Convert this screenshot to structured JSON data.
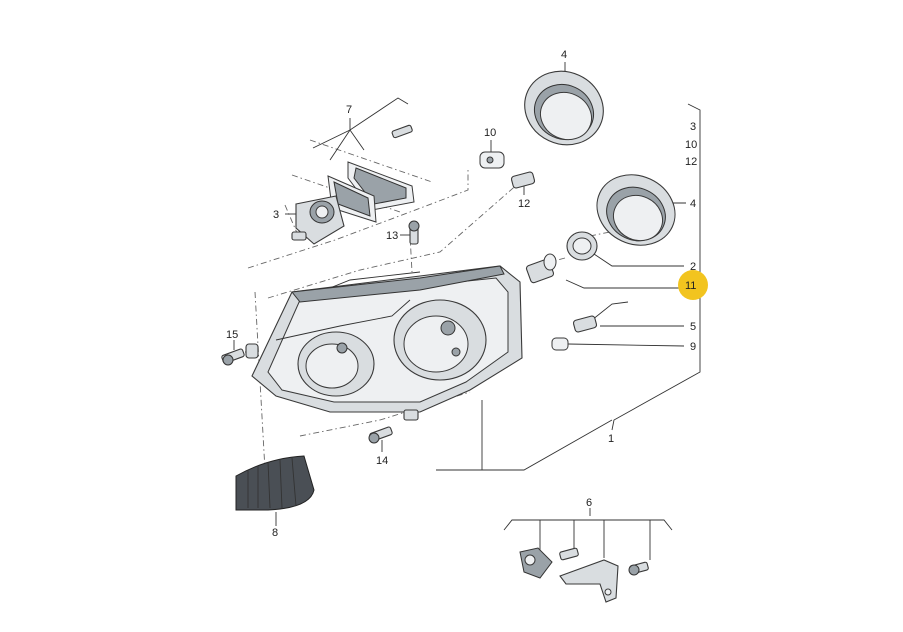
{
  "diagram": {
    "labels": {
      "l1": "1",
      "l2": "2",
      "l3": "3",
      "l4a": "4",
      "l4b": "4",
      "l5": "5",
      "l6": "6",
      "l7": "7",
      "l8": "8",
      "l9": "9",
      "l10": "10",
      "l11": "11",
      "l12": "12",
      "l13": "13",
      "l14": "14",
      "l15": "15"
    },
    "bracket_list": [
      "3",
      "10",
      "12"
    ],
    "highlight_color": "#f2c41f"
  }
}
